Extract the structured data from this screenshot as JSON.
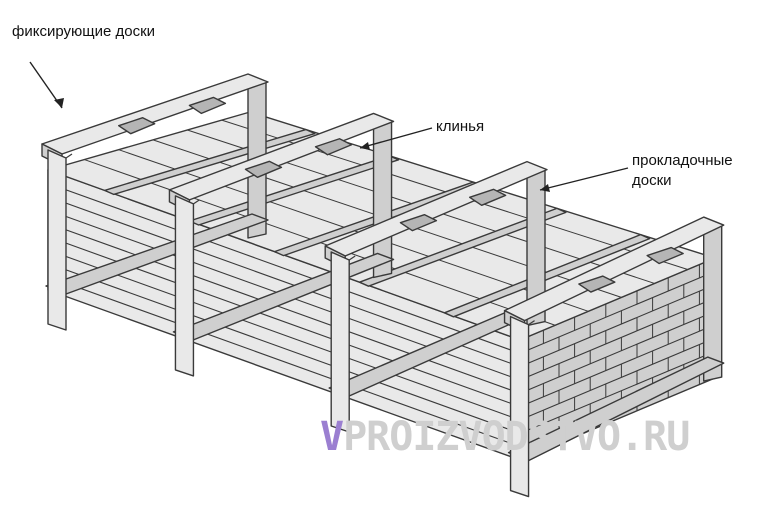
{
  "labels": {
    "fixing_boards": "фиксирующие доски",
    "wedges": "клинья",
    "spacer_boards_line1": "прокладочные",
    "spacer_boards_line2": "доски"
  },
  "watermark": {
    "first_letter": "V",
    "rest": "PROIZVODSTVO.RU"
  },
  "colors": {
    "stroke": "#3a3a3a",
    "wood_light": "#e9e9e9",
    "wood_mid": "#cfcfcf",
    "wood_dark": "#b5b5b5",
    "watermark_accent": "#9b7fd1",
    "watermark_gray": "#cfcfcf"
  }
}
